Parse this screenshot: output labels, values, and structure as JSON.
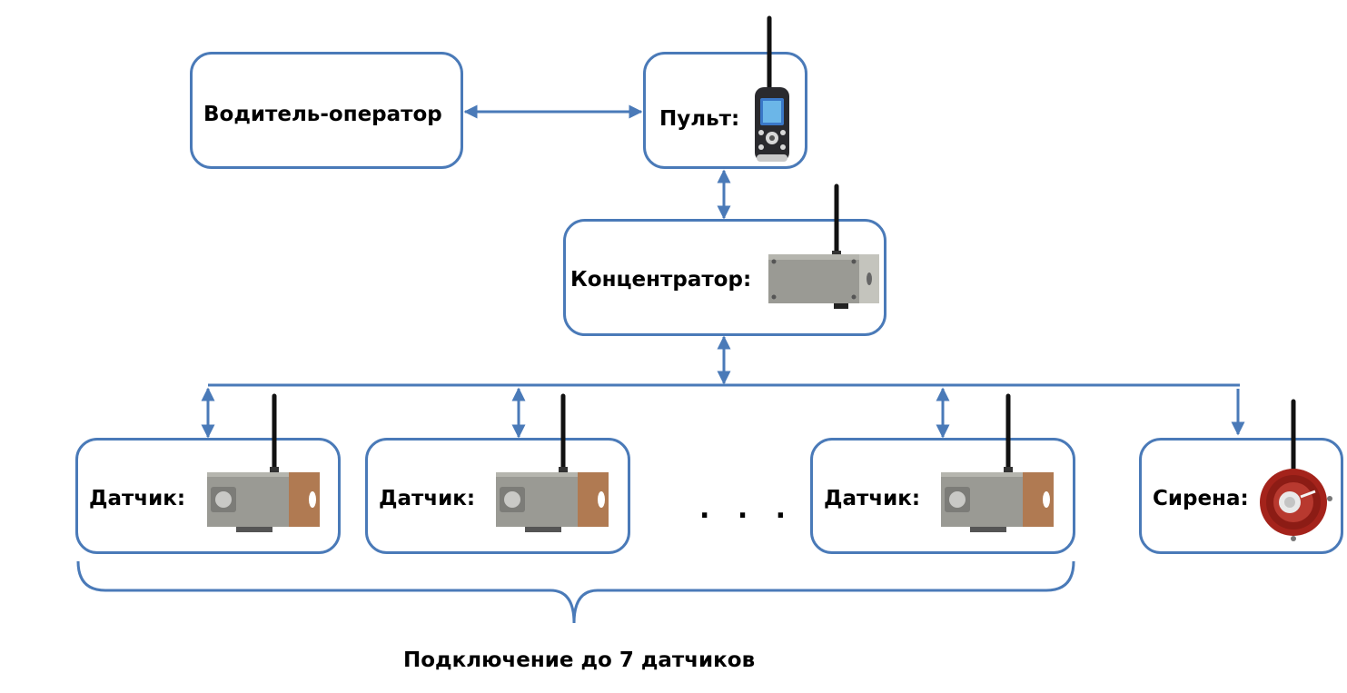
{
  "nodes": {
    "operator": {
      "label": "Водитель-оператор"
    },
    "remote": {
      "label": "Пульт:"
    },
    "hub": {
      "label": "Концентратор:"
    },
    "sensor1": {
      "label": "Датчик:"
    },
    "sensor2": {
      "label": "Датчик:"
    },
    "sensor3": {
      "label": "Датчик:"
    },
    "siren": {
      "label": "Сирена:"
    }
  },
  "ellipsis": ". . .",
  "caption": "Подключение до 7 датчиков",
  "colors": {
    "border": "#4a7ab8",
    "arrow": "#4a7ab8",
    "device_body": "#9a9a94",
    "device_side": "#b07a52",
    "antenna": "#111111",
    "siren_red": "#a4231b"
  },
  "icons": [
    "remote-control-icon",
    "hub-device-icon",
    "sensor-device-icon",
    "siren-device-icon"
  ]
}
